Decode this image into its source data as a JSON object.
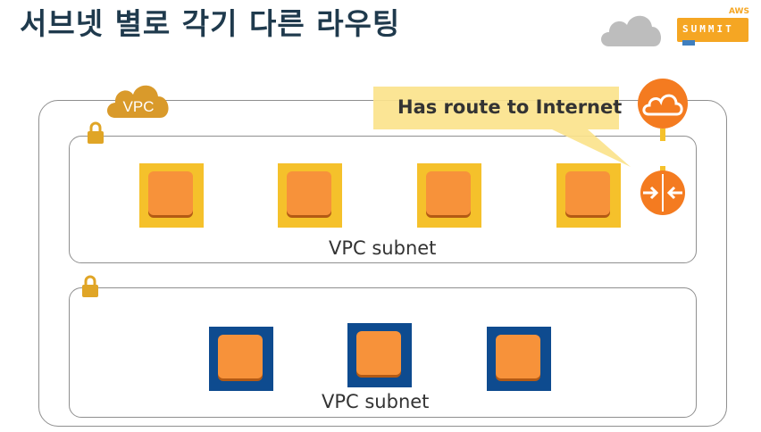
{
  "title": "서브넷 별로 각기 다른 라우팅",
  "vpc": {
    "badge": "VPC"
  },
  "callout": {
    "text": "Has route to Internet"
  },
  "subnets": [
    {
      "label": "VPC subnet"
    },
    {
      "label": "VPC subnet"
    }
  ],
  "logo": {
    "aws": "AWS",
    "summit": "SUMMIT"
  },
  "colors": {
    "title": "#1f3a4d",
    "instance_public": "#f5c12b",
    "instance_private": "#0e4b8f",
    "chip": "#f7923a",
    "lock": "#e0a526",
    "vpc_cloud": "#d99a2b",
    "gateway": "#f47b20",
    "callout": "#fbe38c"
  }
}
